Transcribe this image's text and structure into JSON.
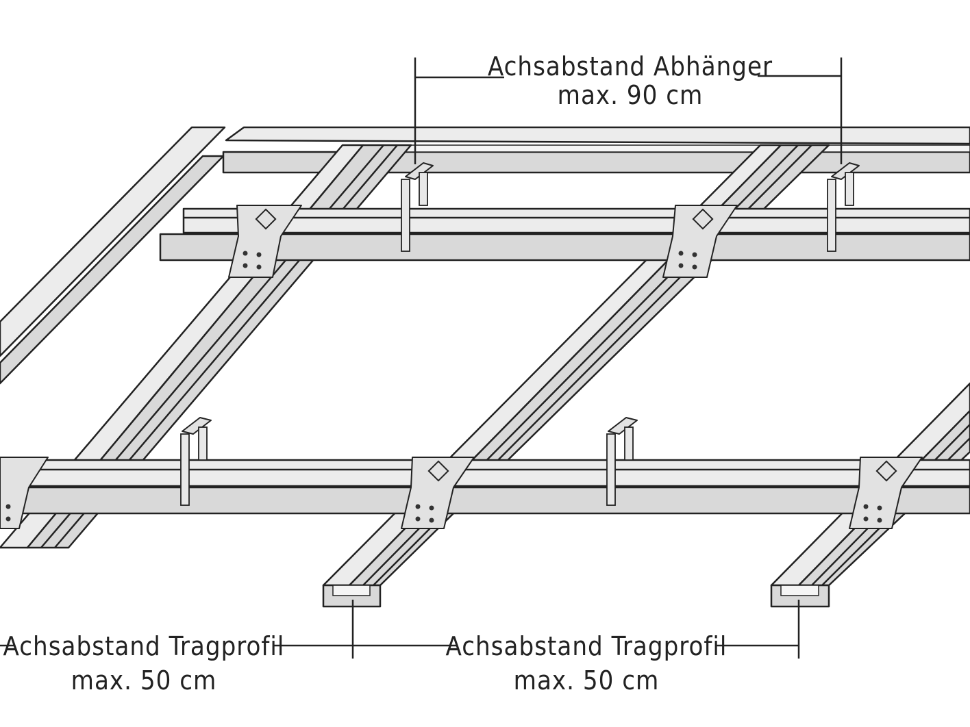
{
  "labels": {
    "hanger_spacing_line1": "Achsabstand Abhänger",
    "hanger_spacing_line2": "max. 90 cm",
    "bearer_spacing_left_line1": "Achsabstand Tragprofil",
    "bearer_spacing_left_line2": "max. 50 cm",
    "bearer_spacing_right_line1": "Achsabstand Tragprofil",
    "bearer_spacing_right_line2": "max. 50 cm"
  },
  "colors": {
    "stroke": "#222222",
    "profile_top": "#ececec",
    "profile_face": "#d9d9d9",
    "background": "#ffffff"
  }
}
